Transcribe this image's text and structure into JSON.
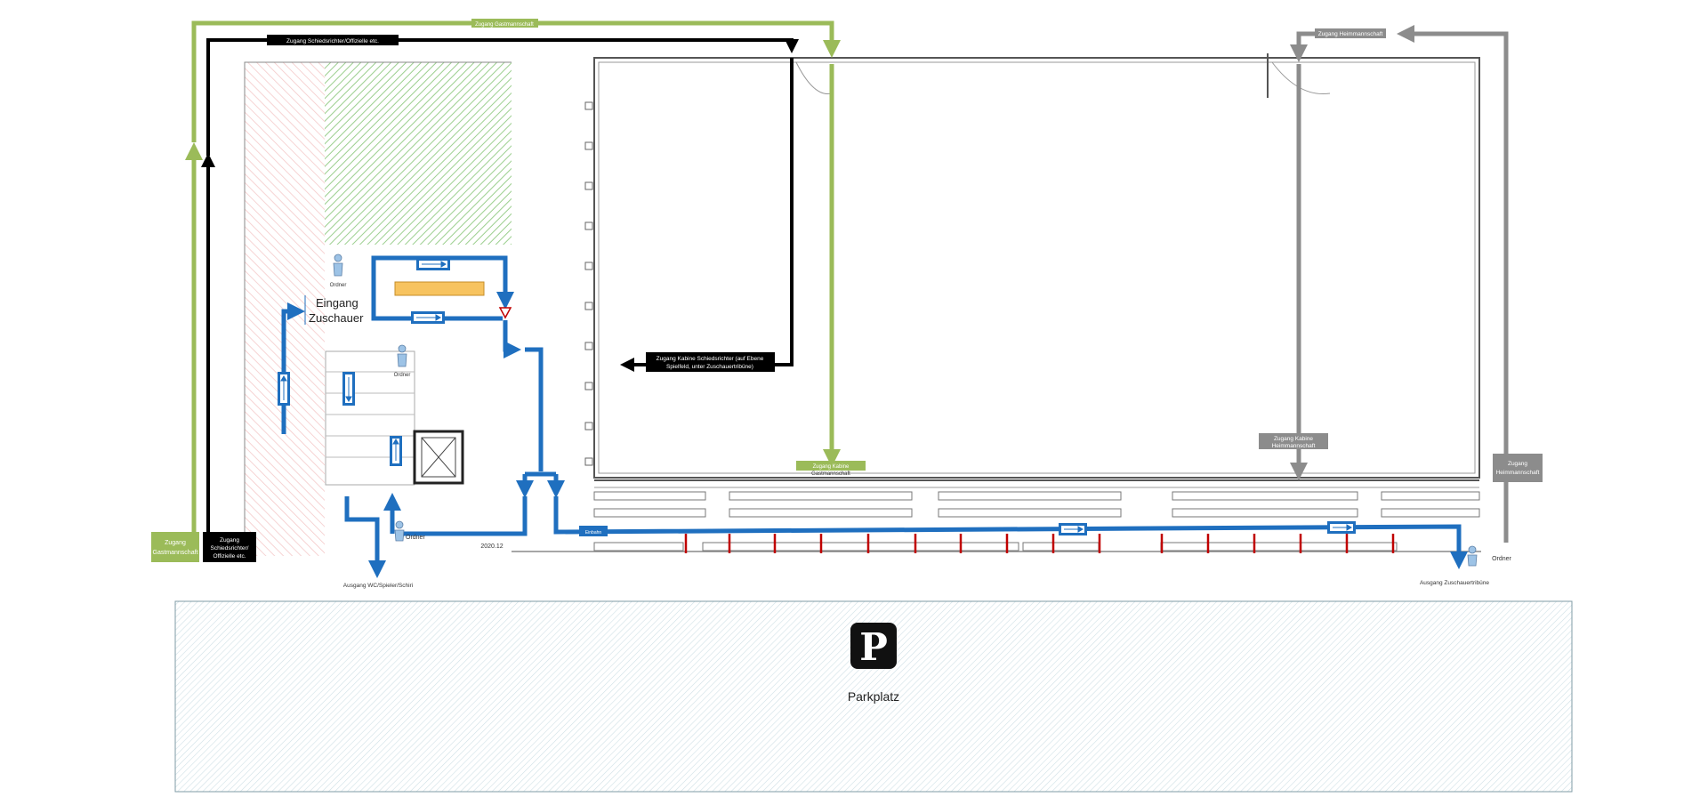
{
  "labels": {
    "eingang": [
      "Eingang",
      "Zuschauer"
    ],
    "parkplatz": "Parkplatz",
    "parking_symbol": "P",
    "ordner": "Ordner",
    "ausgang_left": "Ausgang WC/Spieler/Schiri",
    "ausgang_right": "Ausgang Zuschauertribüne",
    "date_text": "2020.12",
    "zugang_green_top": "Zugang Gastmannschaft",
    "zugang_green_side": [
      "Zugang",
      "Gastmannschaft"
    ],
    "zugang_green_field": [
      "Zugang Kabine",
      "Gastmannschaft"
    ],
    "zugang_black_top": "Zugang Schiedsrichter/Offizielle etc.",
    "zugang_black_side": [
      "Zugang",
      "Schiedsrichter/",
      "Offizielle etc."
    ],
    "zugang_black_field": [
      "Zugang Kabine Schiedsrichter (auf Ebene",
      "Spielfeld, unter Zuschauertribüne)"
    ],
    "zugang_grey_top": "Zugang Heimmannschaft",
    "zugang_grey_mid": [
      "Zugang Kabine",
      "Heimmannschaft"
    ],
    "zugang_grey_side": [
      "Zugang",
      "Heimmannschaft"
    ],
    "arrow_sign": "Einbahn"
  },
  "colors": {
    "blue": "#1f6fbf",
    "green": "#9bbb59",
    "black": "#000000",
    "grey": "#8c8c8c",
    "red": "#c00000",
    "hatch_green": "#9ccf8f",
    "hatch_pink": "#f4c6c6",
    "hatch_parking": "#cfe0e6",
    "bench": "#f7c35f"
  },
  "icons": [
    "person-icon",
    "elevator-icon",
    "yield-sign-icon",
    "parking-sign-icon",
    "one-way-sign-icon"
  ]
}
